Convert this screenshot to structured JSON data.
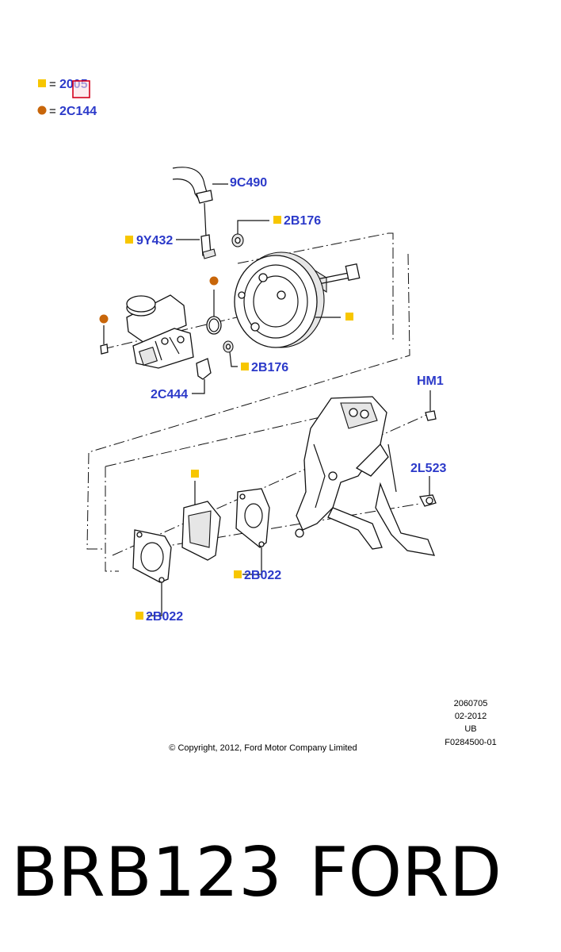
{
  "legend": [
    {
      "symbol": "square",
      "code": "2005",
      "eq": "="
    },
    {
      "symbol": "circle",
      "code": "2C144",
      "eq": "="
    }
  ],
  "colors": {
    "square": "#f7c600",
    "circle": "#c8660a",
    "label": "#2b39c9",
    "highlight": "#d4001c"
  },
  "parts": {
    "p9C490": "9C490",
    "p2B176a": "2B176",
    "p9Y432": "9Y432",
    "p2B176b": "2B176",
    "p2C444": "2C444",
    "pHM1": "HM1",
    "p2L523": "2L523",
    "p2B022a": "2B022",
    "p2B022b": "2B022"
  },
  "meta": {
    "line1": "2060705",
    "line2": "02-2012",
    "line3": "UB",
    "line4": "F0284500-01",
    "copyright": "© Copyright, 2012, Ford Motor Company Limited"
  },
  "footer": {
    "code": "BRB123",
    "brand": "FORD"
  }
}
